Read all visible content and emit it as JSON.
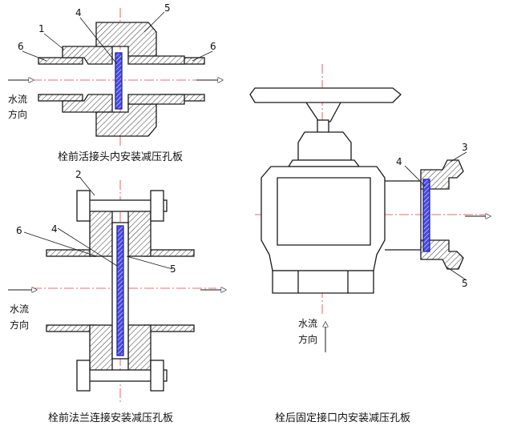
{
  "captions": {
    "union": "栓前活接头内安装减压孔板",
    "flange": "栓前法兰连接安装减压孔板",
    "valve": "栓后固定接口内安装减压孔板"
  },
  "flow": {
    "line1": "水流",
    "line2": "方向"
  },
  "labels": {
    "u_1": "1",
    "u_4": "4",
    "u_5": "5",
    "u_6a": "6",
    "u_6b": "6",
    "f_2": "2",
    "f_6": "6",
    "f_4": "4",
    "f_5": "5",
    "v_3": "3",
    "v_4": "4",
    "v_5": "5"
  },
  "colors": {
    "line": "#1a1a1a",
    "plate": "#3b3bd6",
    "center": "#e04040",
    "hatch": "#555555"
  }
}
